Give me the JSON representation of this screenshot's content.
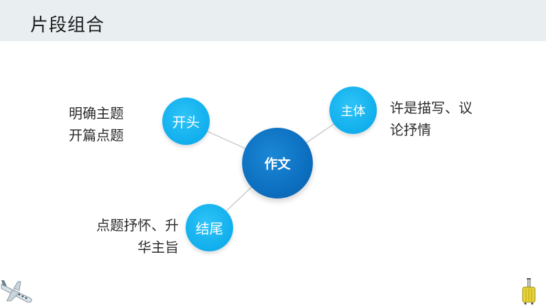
{
  "header": {
    "title": "片段组合"
  },
  "diagram": {
    "center": "作文",
    "nodes": {
      "kaitou": "开头",
      "zhuti": "主体",
      "jiewei": "结尾"
    },
    "notes": {
      "kaitou": [
        "明确主题",
        "开篇点题"
      ],
      "zhuti": [
        "许是描写、议",
        "论抒情"
      ],
      "jiewei": [
        "点题抒怀、升",
        "华主旨"
      ]
    }
  },
  "colors": {
    "center": "#0d6fc0",
    "node": "#12b0ee",
    "connector": "#c8ccd0",
    "header_bg": "#e9eef1"
  },
  "decorations": [
    "airplane-icon",
    "luggage-icon"
  ]
}
